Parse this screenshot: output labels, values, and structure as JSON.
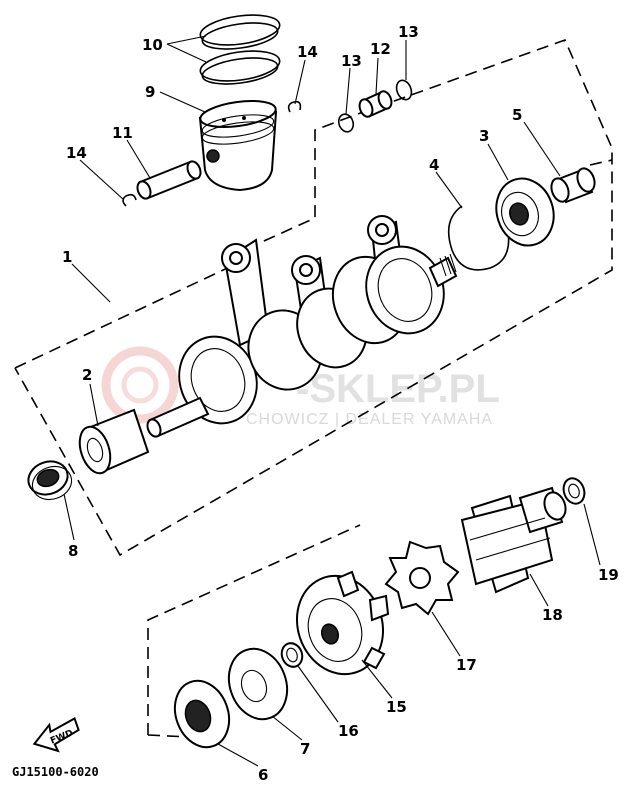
{
  "drawing_code": "GJ15100-6020",
  "fwd_label": "FWD",
  "watermark": {
    "brand": "-SKLEP.PL",
    "dealer": "CHOWICZ | DEALER YAMAHA"
  },
  "callouts": [
    {
      "id": "1",
      "label": "1"
    },
    {
      "id": "2",
      "label": "2"
    },
    {
      "id": "3",
      "label": "3"
    },
    {
      "id": "4",
      "label": "4"
    },
    {
      "id": "5",
      "label": "5"
    },
    {
      "id": "6",
      "label": "6"
    },
    {
      "id": "7",
      "label": "7"
    },
    {
      "id": "8",
      "label": "8"
    },
    {
      "id": "9",
      "label": "9"
    },
    {
      "id": "10",
      "label": "10"
    },
    {
      "id": "11",
      "label": "11"
    },
    {
      "id": "12",
      "label": "12"
    },
    {
      "id": "13a",
      "label": "13"
    },
    {
      "id": "13b",
      "label": "13"
    },
    {
      "id": "14a",
      "label": "14"
    },
    {
      "id": "14b",
      "label": "14"
    },
    {
      "id": "15",
      "label": "15"
    },
    {
      "id": "16",
      "label": "16"
    },
    {
      "id": "17",
      "label": "17"
    },
    {
      "id": "18",
      "label": "18"
    },
    {
      "id": "19",
      "label": "19"
    }
  ]
}
